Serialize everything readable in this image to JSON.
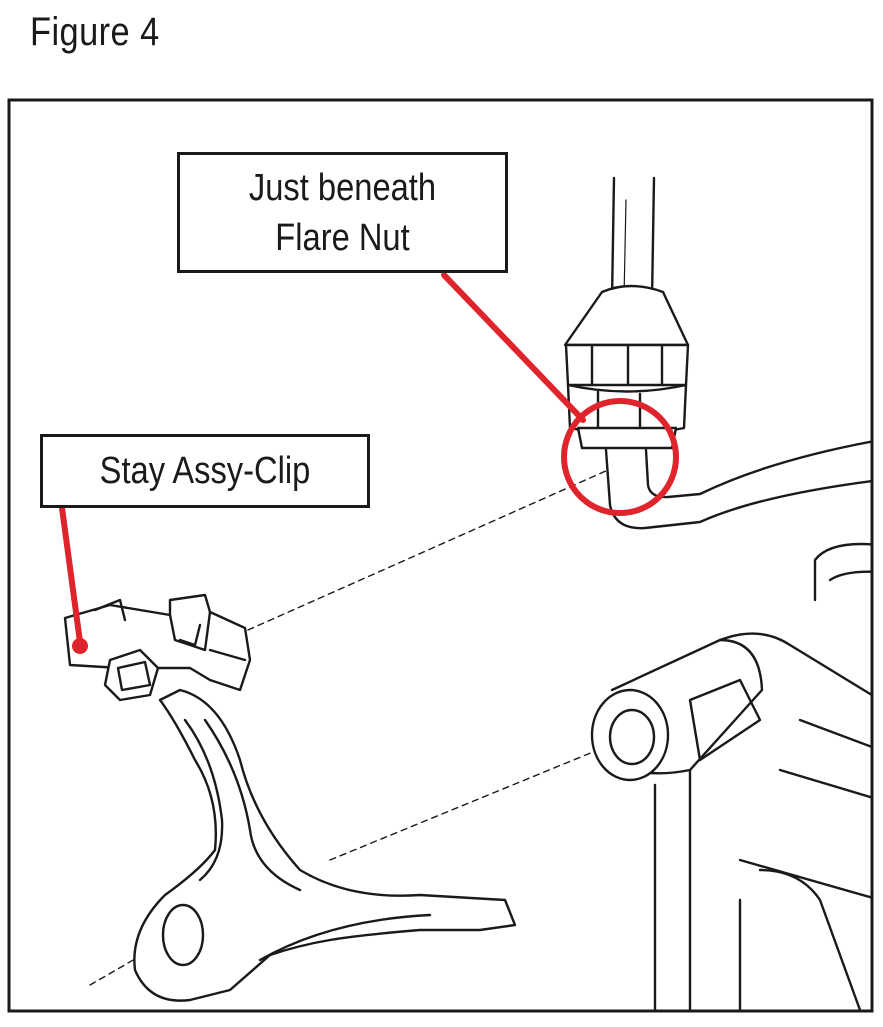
{
  "figure": {
    "title": "Figure 4"
  },
  "callouts": {
    "flare_nut": {
      "line1": "Just beneath",
      "line2": "Flare Nut"
    },
    "stay_clip": {
      "label": "Stay Assy-Clip"
    }
  },
  "colors": {
    "ink": "#1a1a1a",
    "highlight": "#e0242b",
    "background": "#ffffff"
  }
}
